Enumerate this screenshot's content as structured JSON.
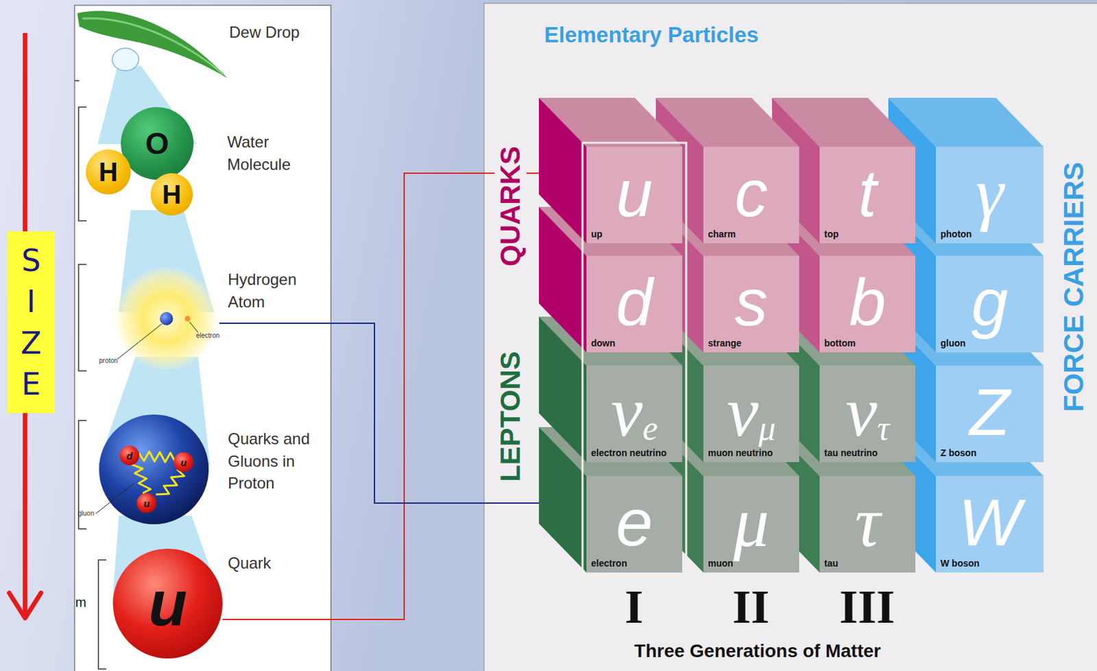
{
  "diagram": {
    "title": "Elementary Particles",
    "nodes": [
      {
        "text": [
          "Dew Drop"
        ]
      },
      {
        "text": [
          "Water Molecule"
        ]
      },
      {
        "text": [
          "O"
        ],
        "in": 1
      },
      {
        "text": [
          "H"
        ],
        "in": 1
      },
      {
        "text": [
          "H"
        ],
        "in": 1
      },
      {
        "text": [
          "Hydrogen Atom",
          "proton",
          "electron"
        ]
      },
      {
        "text": [
          "Quarks and Gluons in Proton",
          "gluon"
        ]
      },
      {
        "text": [
          "d"
        ],
        "in": 6
      },
      {
        "text": [
          "u"
        ],
        "in": 6
      },
      {
        "text": [
          "u"
        ],
        "in": 6
      },
      {
        "text": [
          "Quark",
          "u"
        ]
      },
      {
        "text": [
          "u",
          "up"
        ]
      },
      {
        "text": [
          "c",
          "charm"
        ]
      },
      {
        "text": [
          "t",
          "top"
        ]
      },
      {
        "text": [
          "γ",
          "photon"
        ]
      },
      {
        "text": [
          "d",
          "down"
        ]
      },
      {
        "text": [
          "s",
          "strange"
        ]
      },
      {
        "text": [
          "b",
          "bottom"
        ]
      },
      {
        "text": [
          "g",
          "gluon"
        ]
      },
      {
        "text": [
          "ν",
          "e",
          "electron neutrino"
        ]
      },
      {
        "text": [
          "ν",
          "μ",
          "muon neutrino"
        ]
      },
      {
        "text": [
          "ν",
          "τ",
          "tau neutrino"
        ]
      },
      {
        "text": [
          "Z",
          "Z boson"
        ]
      },
      {
        "text": [
          "e",
          "electron"
        ]
      },
      {
        "text": [
          "μ",
          "muon"
        ]
      },
      {
        "text": [
          "τ",
          "tau"
        ]
      },
      {
        "text": [
          "W",
          "W boson"
        ]
      }
    ],
    "edges": [
      {
        "from": 10,
        "to": 11,
        "arrow": "none"
      },
      {
        "from": 5,
        "to": 23,
        "arrow": "none"
      }
    ],
    "labels": [
      "SIZE",
      "m",
      "QUARKS",
      "LEPTONS",
      "FORCE CARRIERS",
      "I",
      "II",
      "III",
      "Three Generations of Matter"
    ]
  }
}
